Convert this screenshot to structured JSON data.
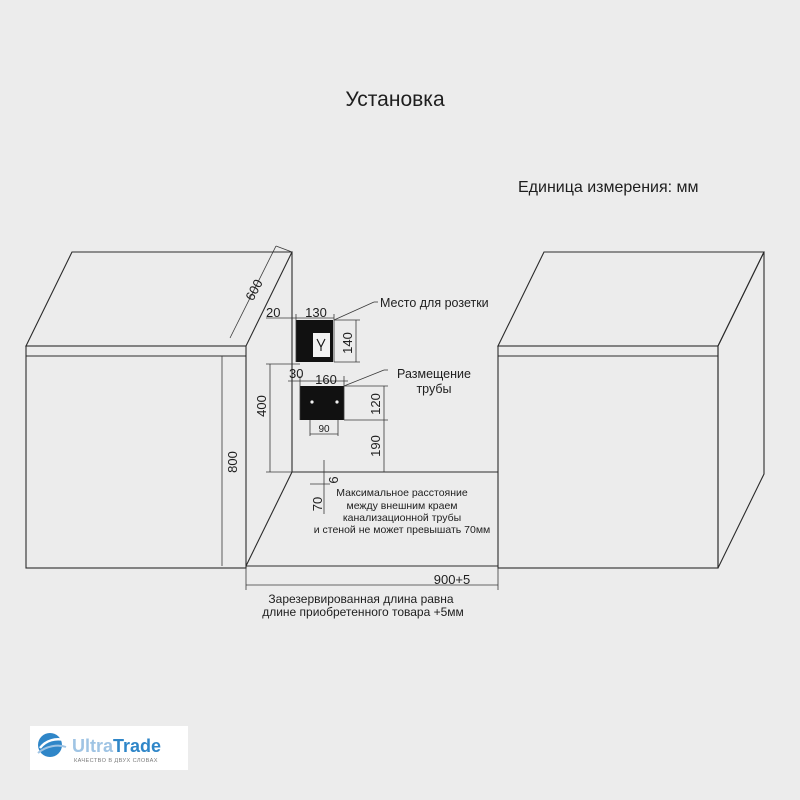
{
  "header": {
    "title": "Установка",
    "unit_label": "Единица измерения: мм"
  },
  "dimensions": {
    "depth": "600",
    "height": "800",
    "socket_offset": "20",
    "socket_width": "130",
    "socket_height": "140",
    "pipe_offset": "30",
    "pipe_width": "160",
    "pipe_height": "120",
    "pipe_inner": "90",
    "pipe_level": "400",
    "pipe_floor": "190",
    "gap_small": "6",
    "gap_max": "70",
    "reserved_length": "900+5"
  },
  "callouts": {
    "socket": "Место для розетки",
    "pipe_line1": "Размещение",
    "pipe_line2": "трубы"
  },
  "notes": {
    "drain_line1": "Максимальное расстояние",
    "drain_line2": "между внешним краем",
    "drain_line3": "канализационной трубы",
    "drain_line4": "и стеной не может превышать 70мм",
    "reserve_line1": "Зарезервированная длина равна",
    "reserve_line2": "длине приобретенного товара +5мм"
  },
  "logo": {
    "brand_part1": "Ultra",
    "brand_part2": "Trade",
    "tagline": "КАЧЕСТВО В ДВУХ СЛОВАХ",
    "brand_color": "#2f86c8",
    "accent_color": "#9fc4e4"
  }
}
